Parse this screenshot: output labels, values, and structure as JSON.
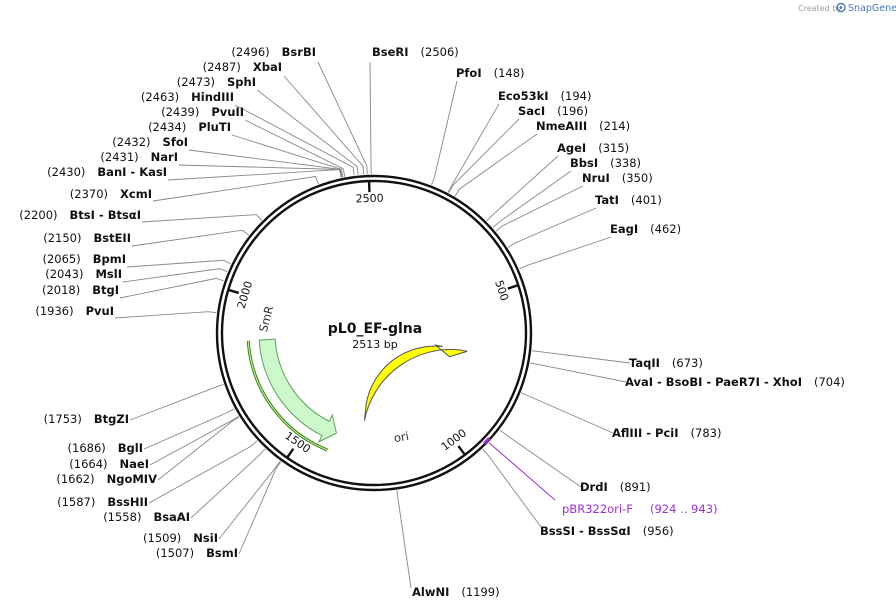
{
  "credit": {
    "prefix": "Created by",
    "brand": "SnapGene"
  },
  "map": {
    "name": "pL0_EF-glna",
    "length": "2513 bp",
    "total_bp": 2513
  },
  "ruler_ticks": [
    "500",
    "1000",
    "1500",
    "2000",
    "2500"
  ],
  "features": [
    {
      "name": "SmR",
      "color": "#ccf8cc",
      "stroke": "#3c9a00",
      "start": 1860,
      "end": 1400,
      "direction": "reverse"
    },
    {
      "name": "ori",
      "color": "#ffff00",
      "stroke": "#555555",
      "start": 1300,
      "end": 750,
      "direction": "forward"
    }
  ],
  "sites": [
    {
      "name": "BsrBI",
      "pos": "(2496)",
      "bp": 2496
    },
    {
      "name": "BseRI",
      "pos": "(2506)",
      "bp": 2506
    },
    {
      "name": "XbaI",
      "pos": "(2487)",
      "bp": 2487
    },
    {
      "name": "SphI",
      "pos": "(2473)",
      "bp": 2473
    },
    {
      "name": "HindIII",
      "pos": "(2463)",
      "bp": 2463
    },
    {
      "name": "PvuII",
      "pos": "(2439)",
      "bp": 2439
    },
    {
      "name": "PluTI",
      "pos": "(2434)",
      "bp": 2434
    },
    {
      "name": "SfoI",
      "pos": "(2432)",
      "bp": 2432
    },
    {
      "name": "NarI",
      "pos": "(2431)",
      "bp": 2431
    },
    {
      "name": "BanI - KasI",
      "pos": "(2430)",
      "bp": 2430
    },
    {
      "name": "XcmI",
      "pos": "(2370)",
      "bp": 2370
    },
    {
      "name": "BtsI - BtsαI",
      "pos": "(2200)",
      "bp": 2200
    },
    {
      "name": "BstEII",
      "pos": "(2150)",
      "bp": 2150
    },
    {
      "name": "BpmI",
      "pos": "(2065)",
      "bp": 2065
    },
    {
      "name": "MslI",
      "pos": "(2043)",
      "bp": 2043
    },
    {
      "name": "BtgI",
      "pos": "(2018)",
      "bp": 2018
    },
    {
      "name": "PvuI",
      "pos": "(1936)",
      "bp": 1936
    },
    {
      "name": "BtgZI",
      "pos": "(1753)",
      "bp": 1753
    },
    {
      "name": "BglI",
      "pos": "(1686)",
      "bp": 1686
    },
    {
      "name": "NaeI",
      "pos": "(1664)",
      "bp": 1664
    },
    {
      "name": "NgoMIV",
      "pos": "(1662)",
      "bp": 1662
    },
    {
      "name": "BssHII",
      "pos": "(1587)",
      "bp": 1587
    },
    {
      "name": "BsaAI",
      "pos": "(1558)",
      "bp": 1558
    },
    {
      "name": "NsiI",
      "pos": "(1509)",
      "bp": 1509
    },
    {
      "name": "BsmI",
      "pos": "(1507)",
      "bp": 1507
    },
    {
      "name": "AlwNI",
      "pos": "(1199)",
      "bp": 1199
    },
    {
      "name": "BssSI - BssSαI",
      "pos": "(956)",
      "bp": 956
    },
    {
      "name": "DrdI",
      "pos": "(891)",
      "bp": 891
    },
    {
      "name": "AflIII - PciI",
      "pos": "(783)",
      "bp": 783
    },
    {
      "name": "AvaI - BsoBI - PaeR7I - XhoI",
      "pos": "(704)",
      "bp": 704
    },
    {
      "name": "TaqII",
      "pos": "(673)",
      "bp": 673
    },
    {
      "name": "EagI",
      "pos": "(462)",
      "bp": 462
    },
    {
      "name": "TatI",
      "pos": "(401)",
      "bp": 401
    },
    {
      "name": "NruI",
      "pos": "(350)",
      "bp": 350
    },
    {
      "name": "BbsI",
      "pos": "(338)",
      "bp": 338
    },
    {
      "name": "AgeI",
      "pos": "(315)",
      "bp": 315
    },
    {
      "name": "NmeAIII",
      "pos": "(214)",
      "bp": 214
    },
    {
      "name": "SacI",
      "pos": "(196)",
      "bp": 196
    },
    {
      "name": "Eco53kI",
      "pos": "(194)",
      "bp": 194
    },
    {
      "name": "PfoI",
      "pos": "(148)",
      "bp": 148
    }
  ],
  "primer": {
    "name": "pBR322ori-F",
    "pos": "(924 .. 943)",
    "bp": 933,
    "color": "#9b30d9"
  }
}
